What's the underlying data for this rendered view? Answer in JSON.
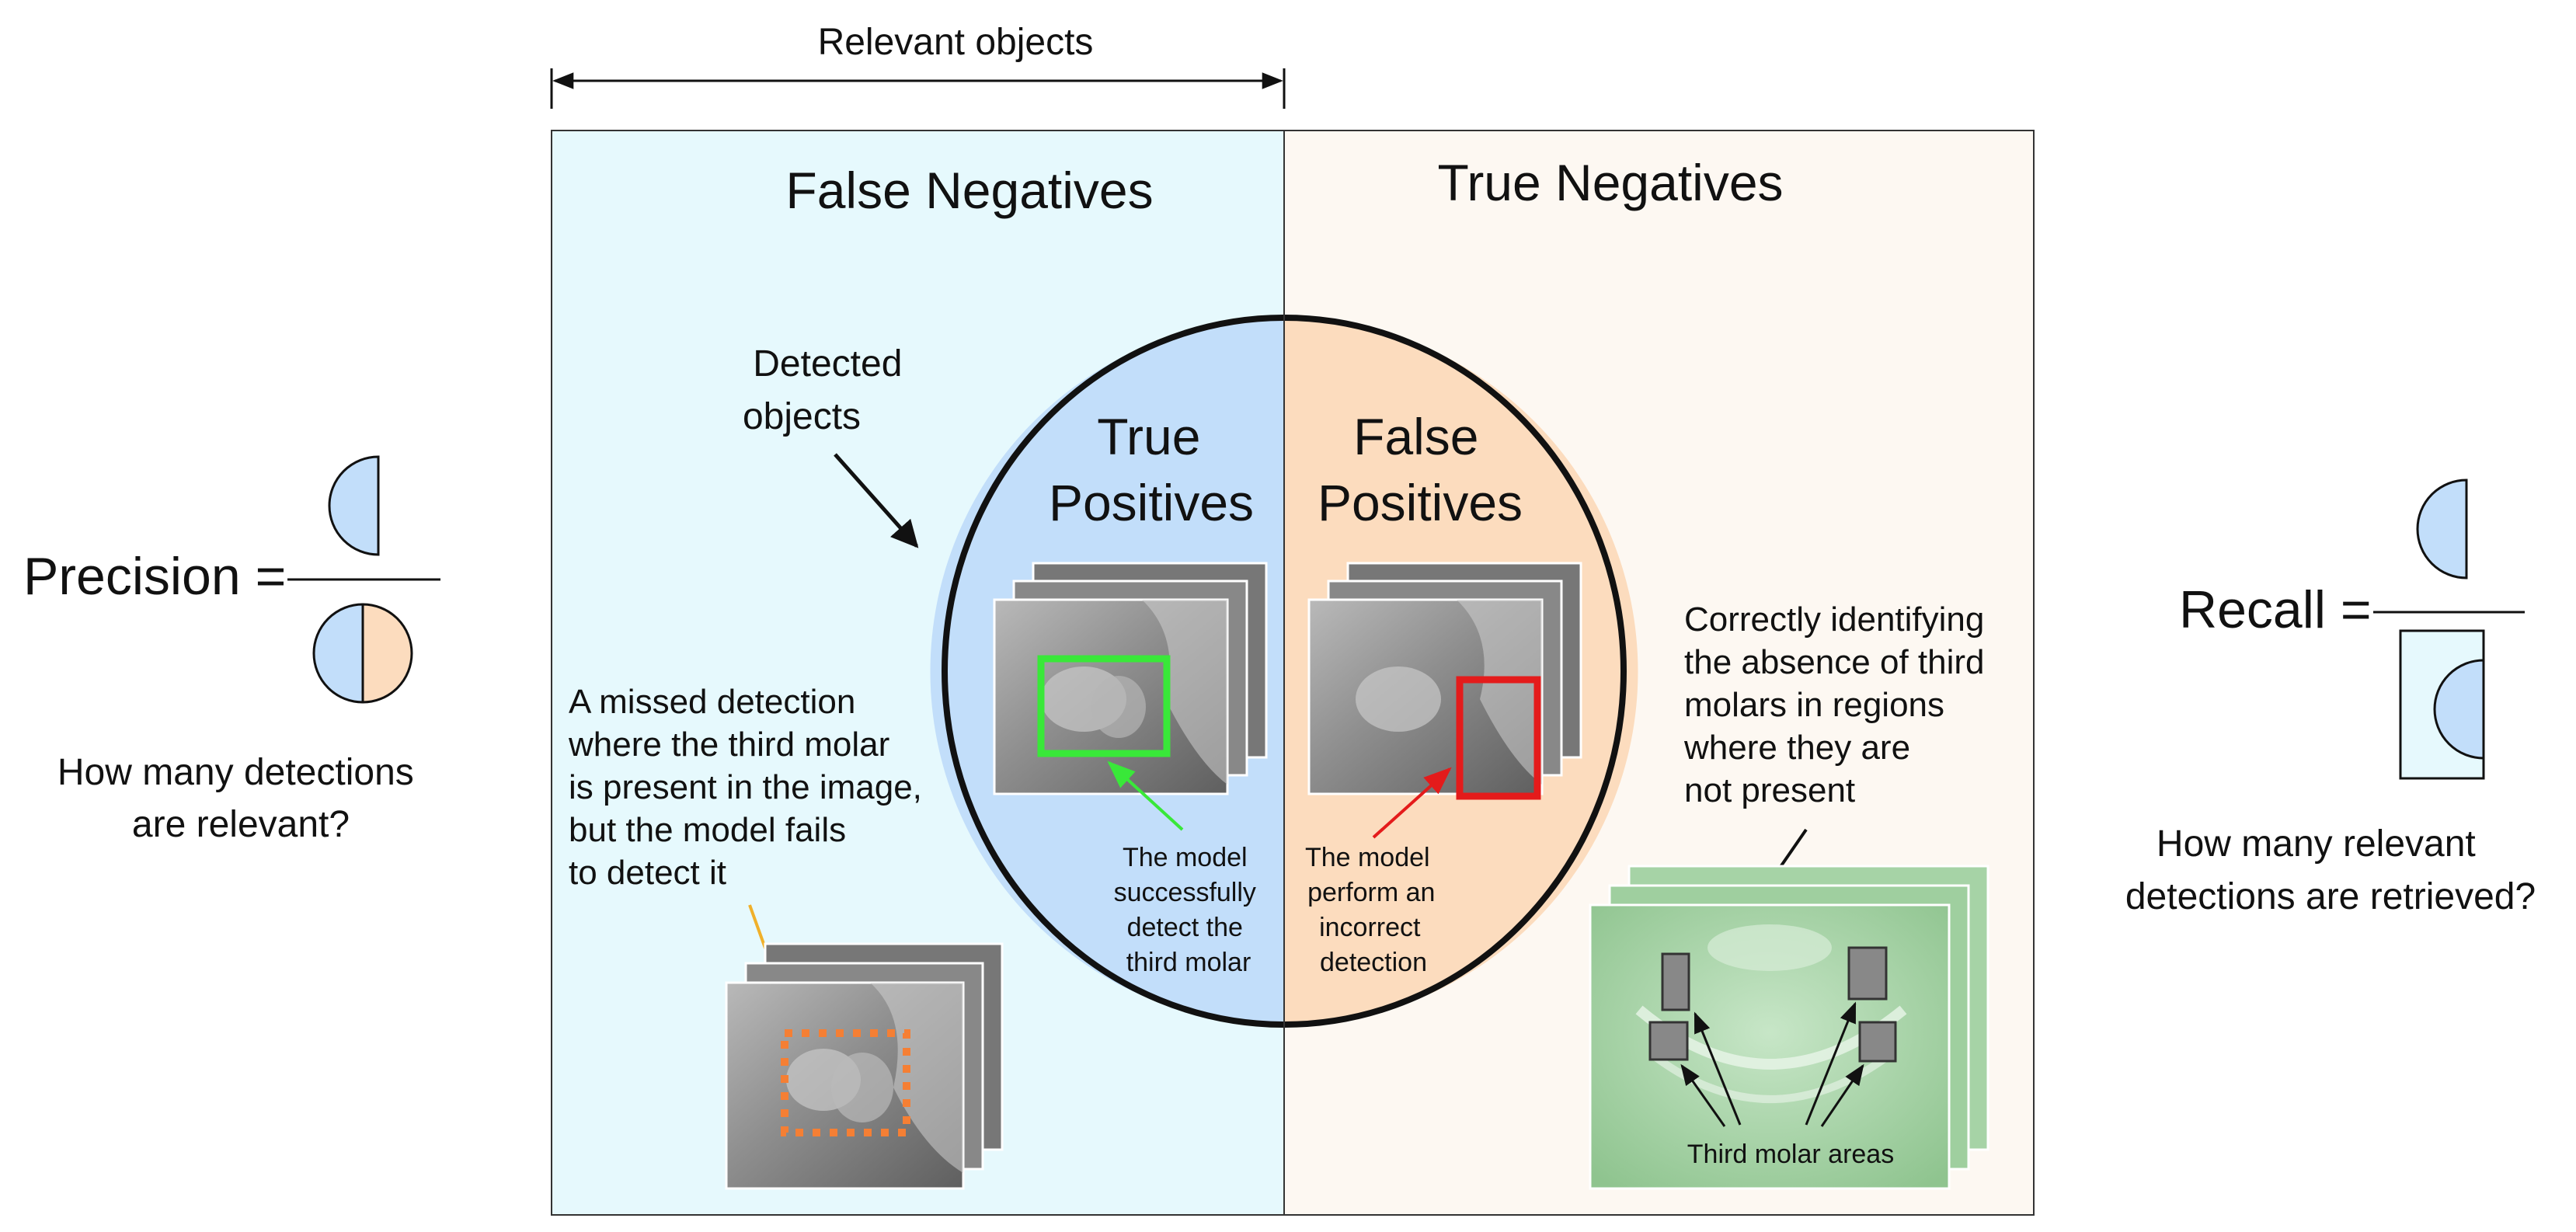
{
  "header": {
    "relevant_objects": "Relevant objects"
  },
  "quadrants": {
    "false_negatives": "False Negatives",
    "true_negatives": "True Negatives",
    "true_positives": [
      "True",
      "Positives"
    ],
    "false_positives": [
      "False",
      "Positives"
    ]
  },
  "detected_objects": [
    "Detected",
    "objects"
  ],
  "annotations": {
    "missed": [
      "A missed detection",
      "where the third molar",
      "is present in the image,",
      "but the model fails",
      "to detect it"
    ],
    "tp_note": [
      "The model",
      "successfully",
      "detect the",
      "third molar"
    ],
    "fp_note": [
      "The model",
      "perform an",
      "incorrect",
      "detection"
    ],
    "tn_note": [
      "Correctly identifying",
      "the absence of third",
      "molars in regions",
      "where they are",
      "not present"
    ],
    "third_molar_areas": "Third molar areas"
  },
  "precision": {
    "label": "Precision =",
    "question": [
      "How many detections",
      "are relevant?"
    ]
  },
  "recall": {
    "label": "Recall =",
    "question": [
      "How many relevant",
      "detections are retrieved?"
    ]
  },
  "colors": {
    "fn_bg": "#e6f9fd",
    "tn_bg": "#fdf8f2",
    "tp_fill": "#c2defa",
    "fp_fill": "#fcdcbe",
    "green_box": "#39e839",
    "red_box": "#e41b1b",
    "orange_dots": "#f57f34",
    "yellow_arrow": "#f0b02a",
    "panoramic": "#a6d3a6"
  }
}
